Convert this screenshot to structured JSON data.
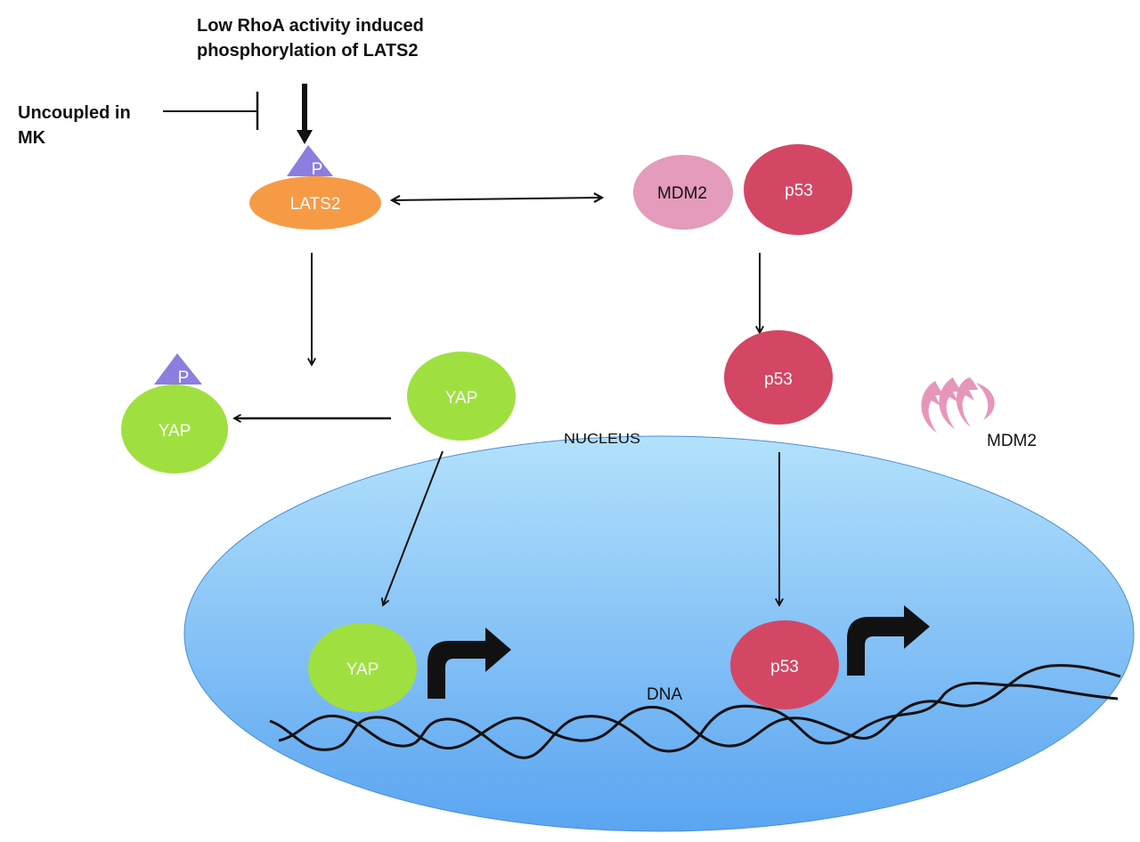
{
  "title_label": {
    "line1": "Low RhoA activity induced",
    "line2": "phosphorylation of LATS2"
  },
  "inhibitor_label": {
    "line1": "Uncoupled in",
    "line2": "MK"
  },
  "nodes": {
    "phospho_tag": "P",
    "lats2": "LATS2",
    "mdm2_complex": "MDM2",
    "p53_complex": "p53",
    "p53_free": "p53",
    "yap_phospho": "YAP",
    "yap_free": "YAP",
    "yap_nuclear": "YAP",
    "p53_nuclear": "p53",
    "mdm2_degraded": "MDM2"
  },
  "compartments": {
    "nucleus": "NUCLEUS",
    "dna": "DNA"
  },
  "colors": {
    "lats2": "#f79a46",
    "phospho": "#8a7ee0",
    "mdm2": "#e59bbb",
    "p53": "#d44764",
    "yap": "#9fe040",
    "nucleus_top": "#aadcfb",
    "nucleus_bottom": "#5fa8f2",
    "nucleus_edge": "#4d8fd0"
  }
}
